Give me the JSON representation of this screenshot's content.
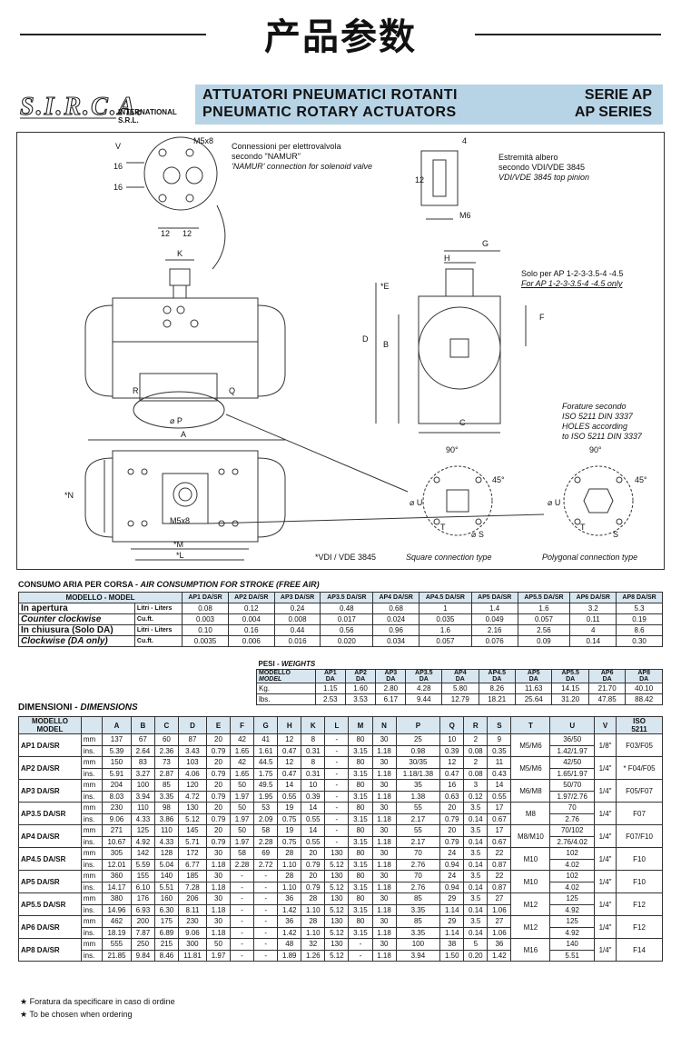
{
  "page_title": "产品参数",
  "brand": {
    "logo_text": "S.I.R.C.A.",
    "company": "INTERNATIONAL S.R.L."
  },
  "header": {
    "title_it": "ATTUATORI PNEUMATICI ROTANTI",
    "title_en": "PNEUMATIC ROTARY ACTUATORS",
    "series_it": "SERIE AP",
    "series_en": "AP SERIES"
  },
  "drawing": {
    "namur_it": "Connessioni per elettrovalvola",
    "namur_it2": "secondo \"NAMUR\"",
    "namur_en": "'NAMUR' connection for solenoid valve",
    "shaft_it": "Estremità albero",
    "shaft_it2": "secondo VDI/VDE 3845",
    "shaft_en": "VDI/VDE 3845 top pinion",
    "only_it": "Solo per AP 1-2-3-3.5-4 -4.5",
    "only_en": "For AP 1-2-3-3.5-4 -4.5 only",
    "holes_it": "Forature secondo",
    "holes_it2": "ISO 5211 DIN 3337",
    "holes_en": "HOLES according",
    "holes_en2": "to ISO 5211 DIN 3337",
    "vdi_note": "*VDI / VDE 3845",
    "square": "Square connection type",
    "polygonal": "Polygonal connection type",
    "labels": {
      "V": "V",
      "M5x8": "M5x8",
      "n16a": "16",
      "n16b": "16",
      "n12a": "12",
      "n12b": "12",
      "K": "K",
      "R": "R",
      "Q": "Q",
      "P": "⌀ P",
      "A": "A",
      "N": "*N",
      "M5x8b": "M5x8",
      "M": "*M",
      "L": "*L",
      "n4": "4",
      "n12c": "12",
      "M6": "M6",
      "G": "G",
      "H": "H",
      "E": "*E",
      "D": "D",
      "B": "B",
      "F": "F",
      "C": "C",
      "deg90a": "90°",
      "deg45a": "45°",
      "U1": "⌀ U",
      "T1": "T",
      "S1": "⌀ S",
      "deg90b": "90°",
      "deg45b": "45°",
      "U2": "⌀ U",
      "T2": "T",
      "S2": "S"
    }
  },
  "air": {
    "title_it": "CONSUMO ARIA PER CORSA - ",
    "title_en": "AIR CONSUMPTION FOR STROKE (FREE AIR)",
    "model_header": "MODELLO - MODEL",
    "models": [
      "AP1 DA/SR",
      "AP2 DA/SR",
      "AP3 DA/SR",
      "AP3.5 DA/SR",
      "AP4 DA/SR",
      "AP4.5 DA/SR",
      "AP5 DA/SR",
      "AP5.5 DA/SR",
      "AP6 DA/SR",
      "AP8 DA/SR"
    ],
    "rows": [
      {
        "label": "In apertura",
        "italic": false,
        "unit": "Litri - Liters",
        "values": [
          "0.08",
          "0.12",
          "0.24",
          "0.48",
          "0.68",
          "1",
          "1.4",
          "1.6",
          "3.2",
          "5.3"
        ]
      },
      {
        "label": "Counter clockwise",
        "italic": true,
        "unit": "Cu.ft.",
        "values": [
          "0.003",
          "0.004",
          "0.008",
          "0.017",
          "0.024",
          "0.035",
          "0.049",
          "0.057",
          "0.11",
          "0.19"
        ]
      },
      {
        "label": "In chiusura (Solo DA)",
        "italic": false,
        "unit": "Litri - Liters",
        "values": [
          "0.10",
          "0.16",
          "0.44",
          "0.56",
          "0.96",
          "1.6",
          "2.16",
          "2.56",
          "4",
          "8.6"
        ]
      },
      {
        "label": "Clockwise (DA only)",
        "italic": true,
        "unit": "Cu.ft.",
        "values": [
          "0.0035",
          "0.006",
          "0.016",
          "0.020",
          "0.034",
          "0.057",
          "0.076",
          "0.09",
          "0.14",
          "0.30"
        ]
      }
    ]
  },
  "weights": {
    "title": "PESI - ",
    "title_en": "WEIGHTS",
    "model_it": "MODELLO",
    "model_en": "MODEL",
    "models": [
      "AP1\nDA",
      "AP2\nDA",
      "AP3\nDA",
      "AP3.5\nDA",
      "AP4\nDA",
      "AP4.5\nDA",
      "AP5\nDA",
      "AP5.5\nDA",
      "AP6\nDA",
      "AP8\nDA"
    ],
    "kg": [
      "1.15",
      "1.60",
      "2.80",
      "4.28",
      "5.80",
      "8.26",
      "11.63",
      "14.15",
      "21.70",
      "40.10"
    ],
    "lbs": [
      "2.53",
      "3.53",
      "6.17",
      "9.44",
      "12.79",
      "18.21",
      "25.64",
      "31.20",
      "47.85",
      "88.42"
    ],
    "kg_label": "Kg.",
    "lbs_label": "lbs."
  },
  "dims": {
    "title_it": "DIMENSIONI - ",
    "title_en": "DIMENSIONS",
    "headers": [
      "MODELLO\nMODEL",
      "",
      "A",
      "B",
      "C",
      "D",
      "E",
      "F",
      "G",
      "H",
      "K",
      "L",
      "M",
      "N",
      "P",
      "Q",
      "R",
      "S",
      "T",
      "U",
      "V",
      "ISO\n5211"
    ],
    "models": [
      {
        "name": "AP1 DA/SR",
        "mm": [
          "137",
          "67",
          "60",
          "87",
          "20",
          "42",
          "41",
          "12",
          "8",
          "-",
          "80",
          "30",
          "25",
          "10",
          "2",
          "9"
        ],
        "in": [
          "5.39",
          "2.64",
          "2.36",
          "3.43",
          "0.79",
          "1.65",
          "1.61",
          "0.47",
          "0.31",
          "-",
          "3.15",
          "1.18",
          "0.98",
          "0.39",
          "0.08",
          "0.35"
        ],
        "T": "M5/M6",
        "U1": "36/50",
        "U2": "1.42/1.97",
        "V": "1/8\"",
        "iso": "F03/F05"
      },
      {
        "name": "AP2 DA/SR",
        "mm": [
          "150",
          "83",
          "73",
          "103",
          "20",
          "42",
          "44.5",
          "12",
          "8",
          "-",
          "80",
          "30",
          "30/35",
          "12",
          "2",
          "11"
        ],
        "in": [
          "5.91",
          "3.27",
          "2.87",
          "4.06",
          "0.79",
          "1.65",
          "1.75",
          "0.47",
          "0.31",
          "-",
          "3.15",
          "1.18",
          "1.18/1.38",
          "0.47",
          "0.08",
          "0.43"
        ],
        "T": "M5/M6",
        "U1": "42/50",
        "U2": "1.65/1.97",
        "V": "1/4\"",
        "iso": "* F04/F05"
      },
      {
        "name": "AP3 DA/SR",
        "mm": [
          "204",
          "100",
          "85",
          "120",
          "20",
          "50",
          "49.5",
          "14",
          "10",
          "-",
          "80",
          "30",
          "35",
          "16",
          "3",
          "14"
        ],
        "in": [
          "8.03",
          "3.94",
          "3.35",
          "4.72",
          "0.79",
          "1.97",
          "1.95",
          "0.55",
          "0.39",
          "-",
          "3.15",
          "1.18",
          "1.38",
          "0.63",
          "0.12",
          "0.55"
        ],
        "T": "M6/M8",
        "U1": "50/70",
        "U2": "1.97/2.76",
        "V": "1/4\"",
        "iso": "F05/F07"
      },
      {
        "name": "AP3.5 DA/SR",
        "mm": [
          "230",
          "110",
          "98",
          "130",
          "20",
          "50",
          "53",
          "19",
          "14",
          "-",
          "80",
          "30",
          "55",
          "20",
          "3.5",
          "17"
        ],
        "in": [
          "9.06",
          "4.33",
          "3.86",
          "5.12",
          "0.79",
          "1.97",
          "2.09",
          "0.75",
          "0.55",
          "-",
          "3.15",
          "1.18",
          "2.17",
          "0.79",
          "0.14",
          "0.67"
        ],
        "T": "M8",
        "U1": "70",
        "U2": "2.76",
        "V": "1/4\"",
        "iso": "F07"
      },
      {
        "name": "AP4 DA/SR",
        "mm": [
          "271",
          "125",
          "110",
          "145",
          "20",
          "50",
          "58",
          "19",
          "14",
          "-",
          "80",
          "30",
          "55",
          "20",
          "3.5",
          "17"
        ],
        "in": [
          "10.67",
          "4.92",
          "4.33",
          "5.71",
          "0.79",
          "1.97",
          "2.28",
          "0.75",
          "0.55",
          "-",
          "3.15",
          "1.18",
          "2.17",
          "0.79",
          "0.14",
          "0.67"
        ],
        "T": "M8/M10",
        "U1": "70/102",
        "U2": "2.76/4.02",
        "V": "1/4\"",
        "iso": "F07/F10"
      },
      {
        "name": "AP4.5 DA/SR",
        "mm": [
          "305",
          "142",
          "128",
          "172",
          "30",
          "58",
          "69",
          "28",
          "20",
          "130",
          "80",
          "30",
          "70",
          "24",
          "3.5",
          "22"
        ],
        "in": [
          "12.01",
          "5.59",
          "5.04",
          "6.77",
          "1.18",
          "2.28",
          "2.72",
          "1.10",
          "0.79",
          "5.12",
          "3.15",
          "1.18",
          "2.76",
          "0.94",
          "0.14",
          "0.87"
        ],
        "T": "M10",
        "U1": "102",
        "U2": "4.02",
        "V": "1/4\"",
        "iso": "F10"
      },
      {
        "name": "AP5 DA/SR",
        "mm": [
          "360",
          "155",
          "140",
          "185",
          "30",
          "-",
          "-",
          "28",
          "20",
          "130",
          "80",
          "30",
          "70",
          "24",
          "3.5",
          "22"
        ],
        "in": [
          "14.17",
          "6.10",
          "5.51",
          "7.28",
          "1.18",
          "-",
          "-",
          "1.10",
          "0.79",
          "5.12",
          "3.15",
          "1.18",
          "2.76",
          "0.94",
          "0.14",
          "0.87"
        ],
        "T": "M10",
        "U1": "102",
        "U2": "4.02",
        "V": "1/4\"",
        "iso": "F10"
      },
      {
        "name": "AP5.5 DA/SR",
        "mm": [
          "380",
          "176",
          "160",
          "206",
          "30",
          "-",
          "-",
          "36",
          "28",
          "130",
          "80",
          "30",
          "85",
          "29",
          "3.5",
          "27"
        ],
        "in": [
          "14.96",
          "6.93",
          "6.30",
          "8.11",
          "1.18",
          "-",
          "-",
          "1.42",
          "1.10",
          "5.12",
          "3.15",
          "1.18",
          "3.35",
          "1.14",
          "0.14",
          "1.06"
        ],
        "T": "M12",
        "U1": "125",
        "U2": "4.92",
        "V": "1/4\"",
        "iso": "F12"
      },
      {
        "name": "AP6 DA/SR",
        "mm": [
          "462",
          "200",
          "175",
          "230",
          "30",
          "-",
          "-",
          "36",
          "28",
          "130",
          "80",
          "30",
          "85",
          "29",
          "3.5",
          "27"
        ],
        "in": [
          "18.19",
          "7.87",
          "6.89",
          "9.06",
          "1.18",
          "-",
          "-",
          "1.42",
          "1.10",
          "5.12",
          "3.15",
          "1.18",
          "3.35",
          "1.14",
          "0.14",
          "1.06"
        ],
        "T": "M12",
        "U1": "125",
        "U2": "4.92",
        "V": "1/4\"",
        "iso": "F12"
      },
      {
        "name": "AP8 DA/SR",
        "mm": [
          "555",
          "250",
          "215",
          "300",
          "50",
          "-",
          "-",
          "48",
          "32",
          "130",
          "-",
          "30",
          "100",
          "38",
          "5",
          "36"
        ],
        "in": [
          "21.85",
          "9.84",
          "8.46",
          "11.81",
          "1.97",
          "-",
          "-",
          "1.89",
          "1.26",
          "5.12",
          "-",
          "1.18",
          "3.94",
          "1.50",
          "0.20",
          "1.42"
        ],
        "T": "M16",
        "U1": "140",
        "U2": "5.51",
        "V": "1/4\"",
        "iso": "F14"
      }
    ],
    "unit_mm": "mm",
    "unit_in": "ins."
  },
  "footnotes": [
    "Foratura da specificare in caso di ordine",
    "To be chosen when ordering"
  ],
  "colors": {
    "band": "#b7d3e6",
    "shade": "#d8e6f0",
    "ink": "#222222"
  }
}
